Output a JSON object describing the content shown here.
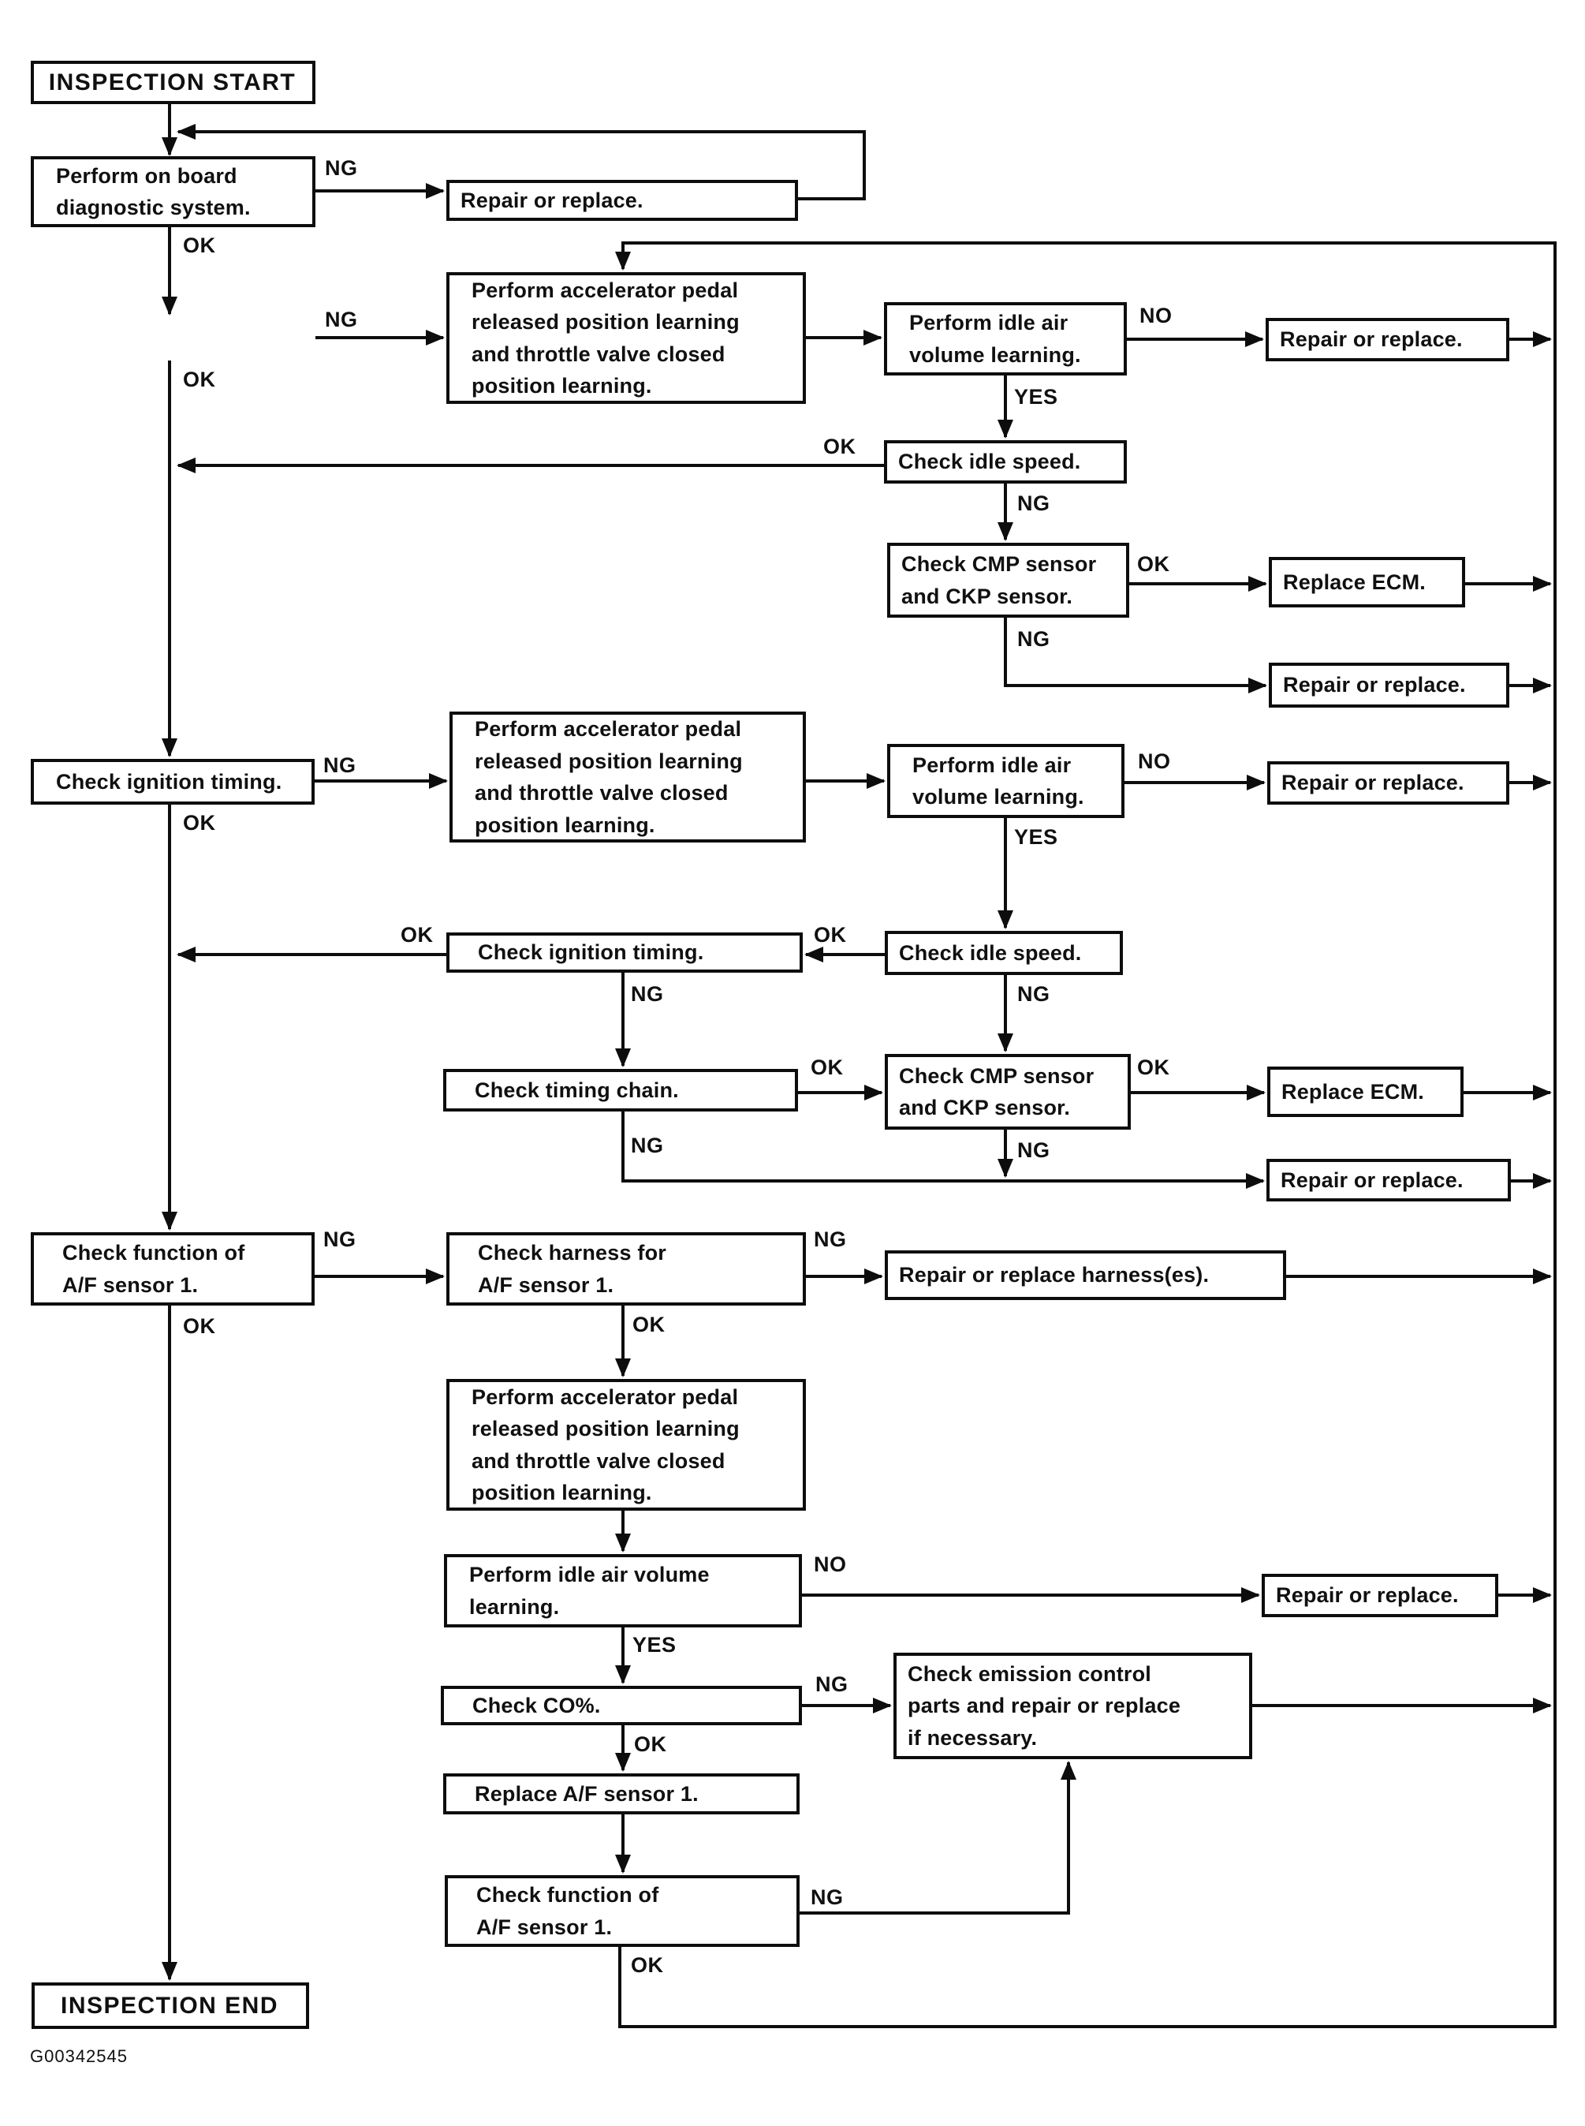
{
  "document": {
    "kind": "service-manual diagnostic flowchart (scanned)",
    "figure_id": "G00342545"
  },
  "colors": {
    "ink": "#0d0d0d",
    "paper": "#ffffff"
  },
  "labels": {
    "ok": "OK",
    "ng": "NG",
    "yes": "YES",
    "no": "NO"
  },
  "nodes": {
    "inspection_start": "INSPECTION START",
    "perform_obd": "Perform on board\ndiagnostic system.",
    "repair_or_replace": "Repair or replace.",
    "accel_learning": "Perform accelerator pedal\nreleased position learning\nand throttle valve closed\nposition learning.",
    "idle_air_learning": "Perform idle air\nvolume learning.",
    "idle_air_learning_wide": "Perform idle air volume\nlearning.",
    "check_idle_speed": "Check idle speed.",
    "check_cmp_ckp": "Check CMP sensor\nand CKP sensor.",
    "replace_ecm": "Replace ECM.",
    "check_ignition_timing": "Check ignition timing.",
    "check_timing_chain": "Check timing chain.",
    "check_af_function": "Check function of\nA/F sensor 1.",
    "check_af_harness": "Check harness for\nA/F sensor 1.",
    "repair_harness": "Repair or replace harness(es).",
    "check_co": "Check CO%.",
    "check_emission": "Check emission control\nparts and repair or replace\nif necessary.",
    "replace_af_sensor": "Replace A/F sensor 1.",
    "inspection_end": "INSPECTION END"
  }
}
